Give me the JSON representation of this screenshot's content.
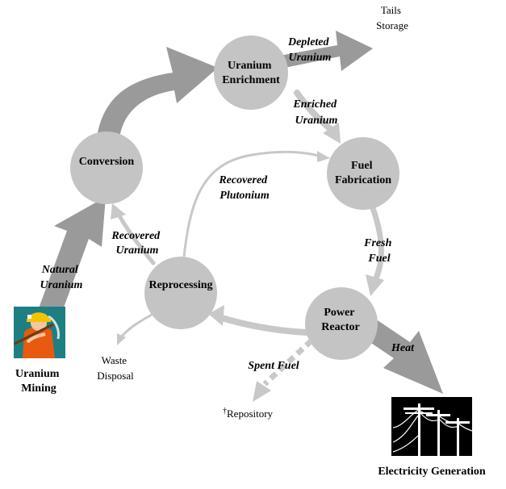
{
  "diagram": {
    "nodes": {
      "enrichment": [
        "Uranium",
        "Enrichment"
      ],
      "conversion": [
        "Conversion"
      ],
      "fabrication": [
        "Fuel",
        "Fabrication"
      ],
      "reprocessing": [
        "Reprocessing"
      ],
      "reactor": [
        "Power",
        "Reactor"
      ]
    },
    "flows": {
      "depleted_uranium": [
        "Depleted",
        "Uranium"
      ],
      "enriched_uranium": [
        "Enriched",
        "Uranium"
      ],
      "recovered_plutonium": [
        "Recovered",
        "Plutonium"
      ],
      "recovered_uranium": [
        "Recovered",
        "Uranium"
      ],
      "natural_uranium": [
        "Natural",
        "Uranium"
      ],
      "fresh_fuel": [
        "Fresh",
        "Fuel"
      ],
      "heat": "Heat",
      "spent_fuel": "Spent Fuel"
    },
    "endpoints": {
      "tails_storage": [
        "Tails",
        "Storage"
      ],
      "waste_disposal": [
        "Waste",
        "Disposal"
      ],
      "repository_mark": "†",
      "repository": "Repository",
      "uranium_mining": [
        "Uranium",
        "Mining"
      ],
      "electricity_generation": "Electricity Generation"
    },
    "colors": {
      "node_fill": "#c4c4c4",
      "dark_arrow": "#9a9a9a",
      "light_arrow": "#c8c8c8",
      "mining_icon_bg": "#1d7f82",
      "helmet": "#f5c400",
      "worker_body": "#e85a10",
      "electricity_icon_bg": "#000000"
    }
  }
}
